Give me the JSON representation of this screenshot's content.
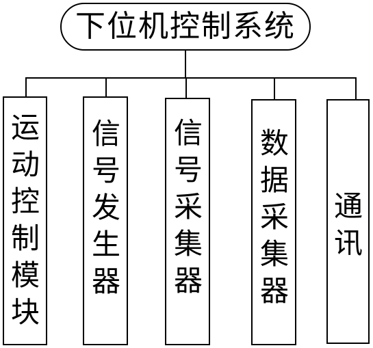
{
  "root": {
    "label": "下位机控制系统"
  },
  "children": [
    {
      "label": "运动控制模块"
    },
    {
      "label": "信号发生器"
    },
    {
      "label": "信号采集器"
    },
    {
      "label": "数据采集器"
    },
    {
      "label": "通讯"
    }
  ]
}
